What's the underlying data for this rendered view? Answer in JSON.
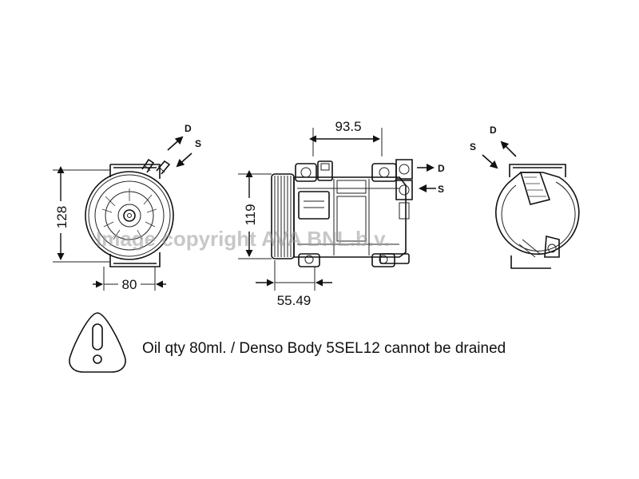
{
  "dimensions": {
    "front_height": "128",
    "front_width": "80",
    "side_height": "119",
    "side_offset": "55.49",
    "side_width": "93.5"
  },
  "ports": {
    "left_D": "D",
    "left_S": "S",
    "center_D": "D",
    "center_S": "S",
    "right_D": "D",
    "right_S": "S"
  },
  "note": "Oil qty 80ml. / Denso Body 5SEL12 cannot be drained",
  "watermark": "Image copyright AVA BNL.b.v."
}
